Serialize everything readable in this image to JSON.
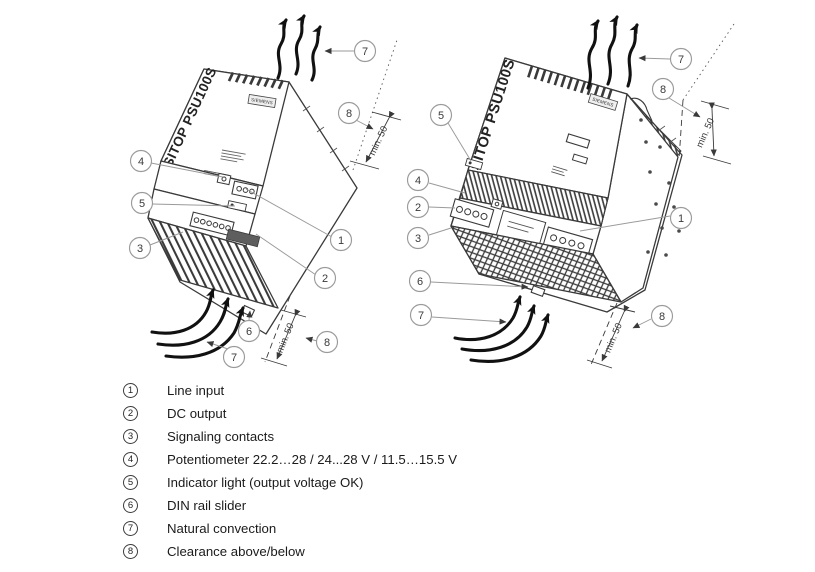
{
  "figure": {
    "device_label": "SITOP PSU100S",
    "brand": "SIEMENS",
    "dimension_label": "min. 50",
    "nums": [
      "1",
      "2",
      "3",
      "4",
      "5",
      "6",
      "7",
      "8"
    ]
  },
  "legend": {
    "items": [
      {
        "num": "1",
        "label": "Line input"
      },
      {
        "num": "2",
        "label": "DC output"
      },
      {
        "num": "3",
        "label": "Signaling contacts"
      },
      {
        "num": "4",
        "label": "Potentiometer 22.2…28 / 24...28 V / 11.5…15.5 V"
      },
      {
        "num": "5",
        "label": "Indicator light (output voltage OK)"
      },
      {
        "num": "6",
        "label": "DIN rail slider"
      },
      {
        "num": "7",
        "label": "Natural convection"
      },
      {
        "num": "8",
        "label": "Clearance above/below"
      }
    ]
  }
}
